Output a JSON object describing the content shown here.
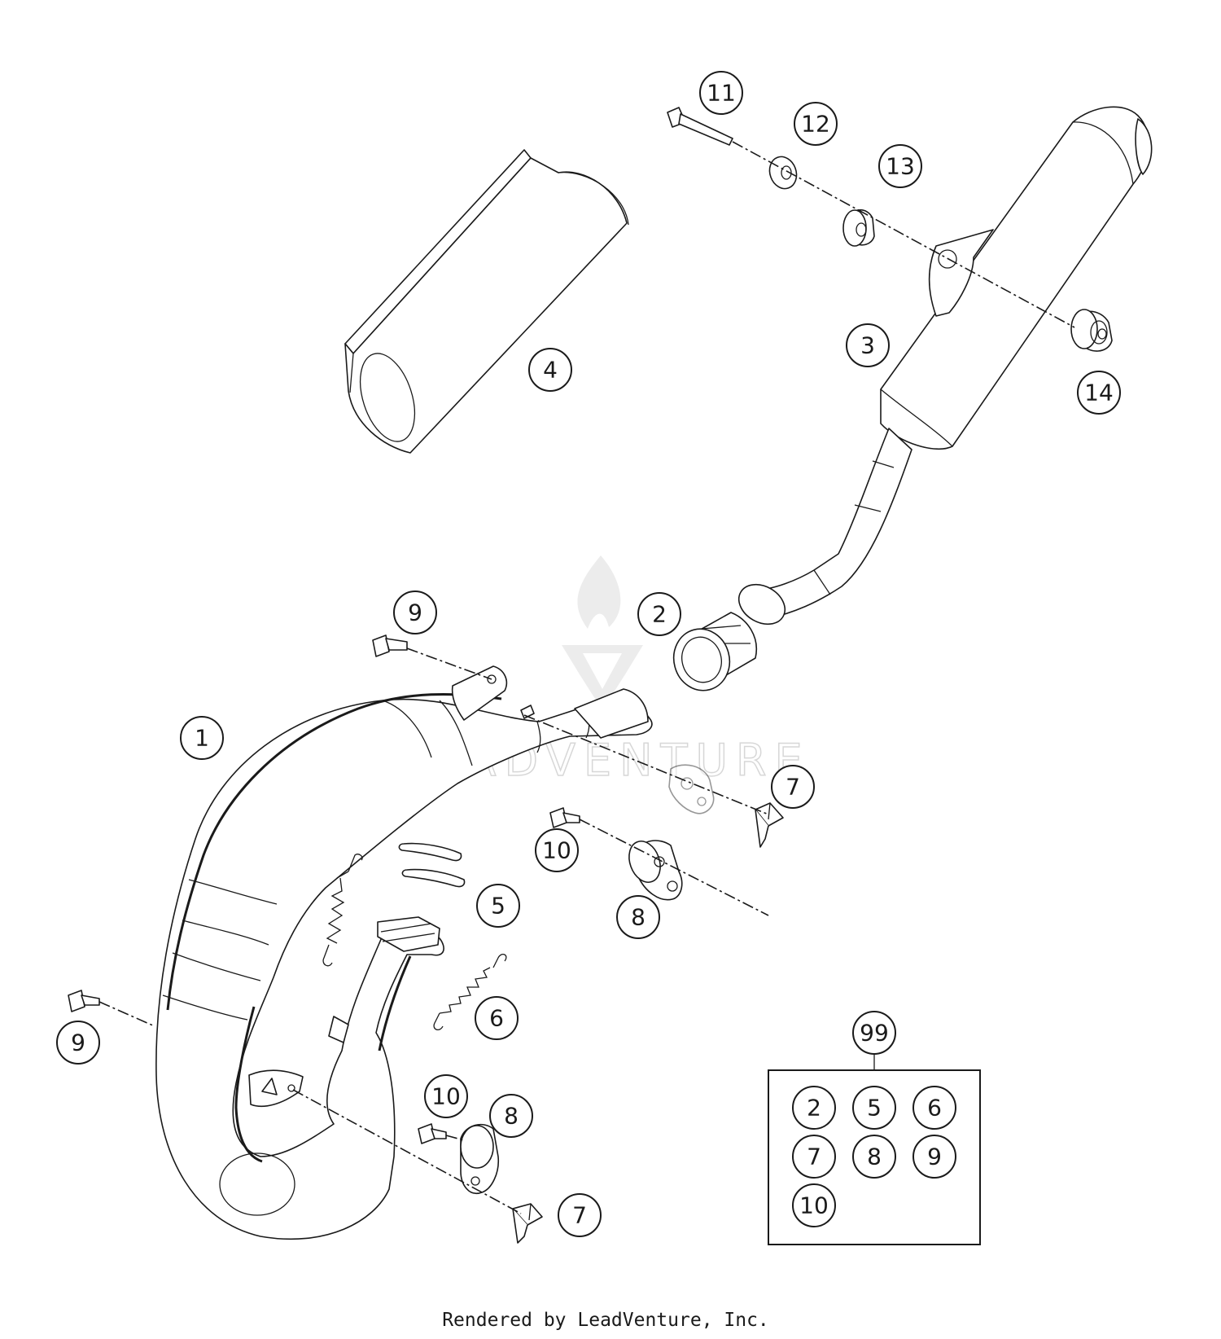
{
  "watermark": {
    "text": "LEADVENTURE"
  },
  "footer": {
    "credit": "Rendered by LeadVenture, Inc."
  },
  "callouts": {
    "c1": "1",
    "c2": "2",
    "c3": "3",
    "c4": "4",
    "c5": "5",
    "c6": "6",
    "c7a": "7",
    "c7b": "7",
    "c8a": "8",
    "c8b": "8",
    "c9a": "9",
    "c9b": "9",
    "c10a": "10",
    "c10b": "10",
    "c11": "11",
    "c12": "12",
    "c13": "13",
    "c14": "14"
  },
  "kit": {
    "label": "99",
    "items": [
      "2",
      "5",
      "6",
      "7",
      "8",
      "9",
      "10"
    ]
  }
}
